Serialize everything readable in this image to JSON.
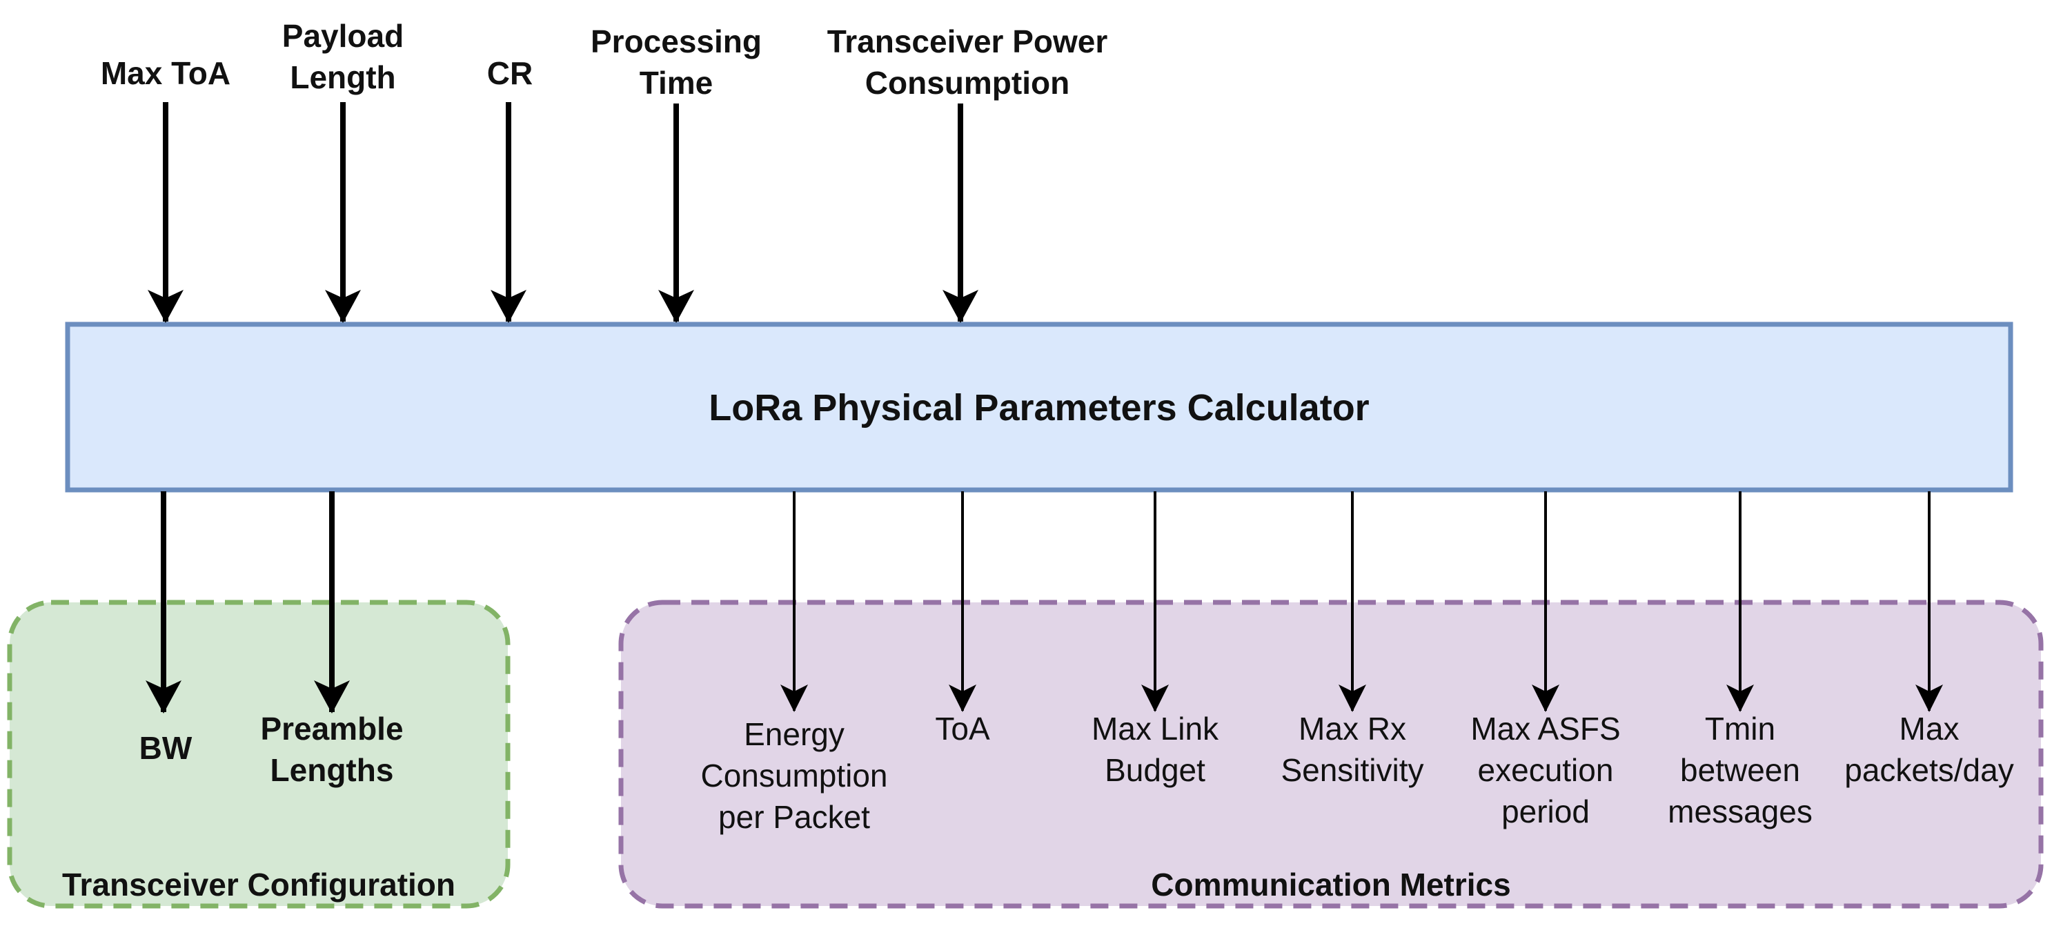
{
  "calculator": {
    "title": "LoRa Physical Parameters Calculator"
  },
  "inputs": [
    {
      "label": "Max ToA"
    },
    {
      "label": "Payload\nLength"
    },
    {
      "label": "CR"
    },
    {
      "label": "Processing\nTime"
    },
    {
      "label": "Transceiver Power\nConsumption"
    }
  ],
  "transceiver_configuration": {
    "title": "Transceiver Configuration",
    "outputs": [
      {
        "label": "BW"
      },
      {
        "label": "Preamble\nLengths"
      }
    ]
  },
  "communication_metrics": {
    "title": "Communication Metrics",
    "outputs": [
      {
        "label": "Energy\nConsumption\nper Packet"
      },
      {
        "label": "ToA"
      },
      {
        "label": "Max Link\nBudget"
      },
      {
        "label": "Max Rx\nSensitivity"
      },
      {
        "label": "Max ASFS\nexecution\nperiod"
      },
      {
        "label": "Tmin\nbetween\nmessages"
      },
      {
        "label": "Max\npackets/day"
      }
    ]
  },
  "colors": {
    "calculator_fill": "#dae8fc",
    "calculator_stroke": "#6c8ebf",
    "config_fill": "#d5e8d4",
    "config_stroke": "#82b366",
    "metrics_fill": "#e1d5e7",
    "metrics_stroke": "#9673a6",
    "arrow": "#000000"
  }
}
